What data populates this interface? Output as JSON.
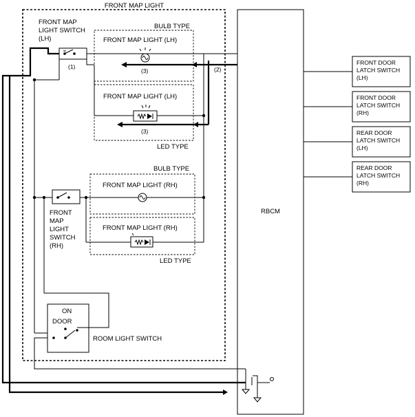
{
  "titles": {
    "front_map_light": "FRONT MAP LIGHT",
    "rbcm": "RBCM",
    "room_light_switch": "ROOM LIGHT SWITCH"
  },
  "lh_group": {
    "switch_label": [
      "FRONT MAP",
      "LIGHT SWITCH",
      "(LH)"
    ],
    "switch_callout": "(1)",
    "bulb_type": "BULB TYPE",
    "bulb_light": "FRONT MAP LIGHT (LH)",
    "led_light": "FRONT MAP LIGHT (LH)",
    "led_type": "LED TYPE",
    "arrow_callout_top": "(3)",
    "arrow_callout_bottom": "(3)",
    "rbcm_callout": "(2)"
  },
  "rh_group": {
    "switch_label": [
      "FRONT",
      "MAP",
      "LIGHT",
      "SWITCH",
      "(RH)"
    ],
    "bulb_type": "BULB TYPE",
    "bulb_light": "FRONT MAP LIGHT (RH)",
    "led_light": "FRONT MAP LIGHT (RH)",
    "led_type": "LED TYPE"
  },
  "room_switch": {
    "on": "ON",
    "door": "DOOR"
  },
  "latch_switches": [
    [
      "FRONT DOOR",
      "LATCH SWITCH",
      "(LH)"
    ],
    [
      "FRONT DOOR",
      "LATCH SWITCH",
      "(RH)"
    ],
    [
      "REAR DOOR",
      "LATCH SWITCH",
      "(LH)"
    ],
    [
      "REAR DOOR",
      "LATCH SWITCH",
      "(RH)"
    ]
  ]
}
